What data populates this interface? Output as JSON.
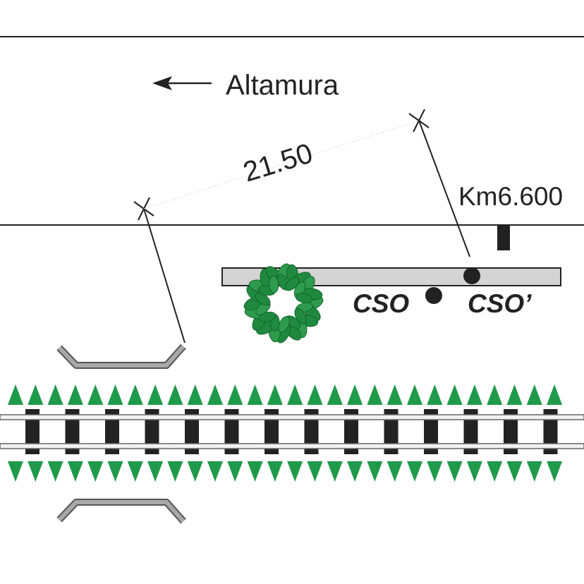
{
  "labels": {
    "direction": "Altamura",
    "distance": "21.50",
    "kilometer": "Km6.600",
    "cso": "CSO",
    "cso_prime": "CSO’"
  },
  "colors": {
    "line": "#222222",
    "platform_fill": "#d4d4d4",
    "vegetation": "#1f9a4a",
    "sleeper": "#222222",
    "rail": "#888888",
    "culvert": "#888888"
  },
  "icons": {
    "direction_arrow": "arrow-left",
    "tree": "tree-canopy-icon",
    "marker": "kilometer-post-icon"
  }
}
